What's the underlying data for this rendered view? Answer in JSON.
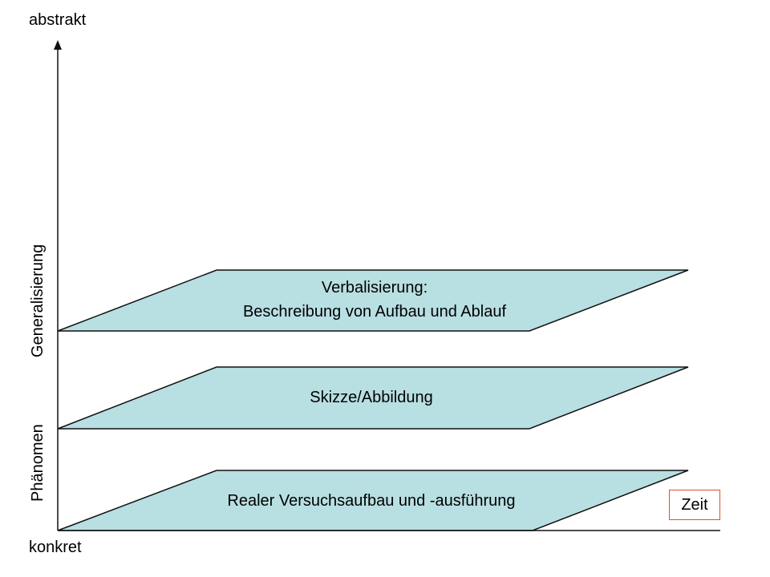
{
  "axis": {
    "top_label": "abstrakt",
    "bottom_label": "konkret",
    "vertical_labels": [
      "Phänomen",
      "Generalisierung"
    ]
  },
  "planes": [
    {
      "title": "Verbalisierung:",
      "subtitle": "Beschreibung von Aufbau und Ablauf"
    },
    {
      "title": "Skizze/Abbildung"
    },
    {
      "title": "Realer Versuchsaufbau und -ausführung"
    }
  ],
  "time_label": "Zeit",
  "colors": {
    "plane_fill": "#b8dfe2",
    "plane_stroke": "#111111",
    "time_box_border": "#e0502a"
  }
}
